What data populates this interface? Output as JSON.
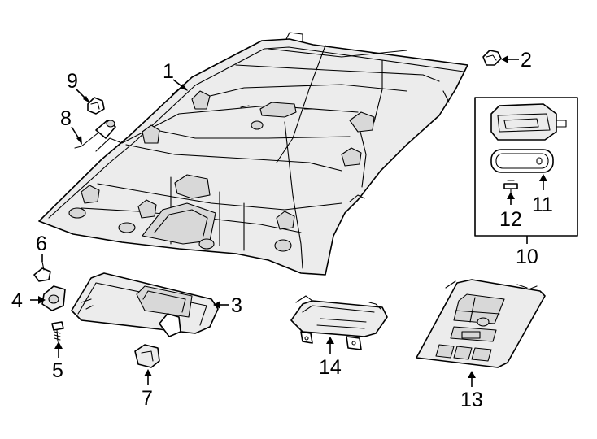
{
  "diagram": {
    "callouts": [
      {
        "id": "1",
        "text": "1",
        "part": "headliner"
      },
      {
        "id": "2",
        "text": "2",
        "part": "clip"
      },
      {
        "id": "3",
        "text": "3",
        "part": "sun-visor"
      },
      {
        "id": "4",
        "text": "4",
        "part": "visor-bracket"
      },
      {
        "id": "5",
        "text": "5",
        "part": "screw"
      },
      {
        "id": "6",
        "text": "6",
        "part": "retainer-clip"
      },
      {
        "id": "7",
        "text": "7",
        "part": "visor-holder"
      },
      {
        "id": "8",
        "text": "8",
        "part": "wiring-connector"
      },
      {
        "id": "9",
        "text": "9",
        "part": "push-clip"
      },
      {
        "id": "10",
        "text": "10",
        "part": "lamp-assembly"
      },
      {
        "id": "11",
        "text": "11",
        "part": "lens"
      },
      {
        "id": "12",
        "text": "12",
        "part": "bulb"
      },
      {
        "id": "13",
        "text": "13",
        "part": "overhead-console"
      },
      {
        "id": "14",
        "text": "14",
        "part": "console-bracket"
      }
    ]
  }
}
